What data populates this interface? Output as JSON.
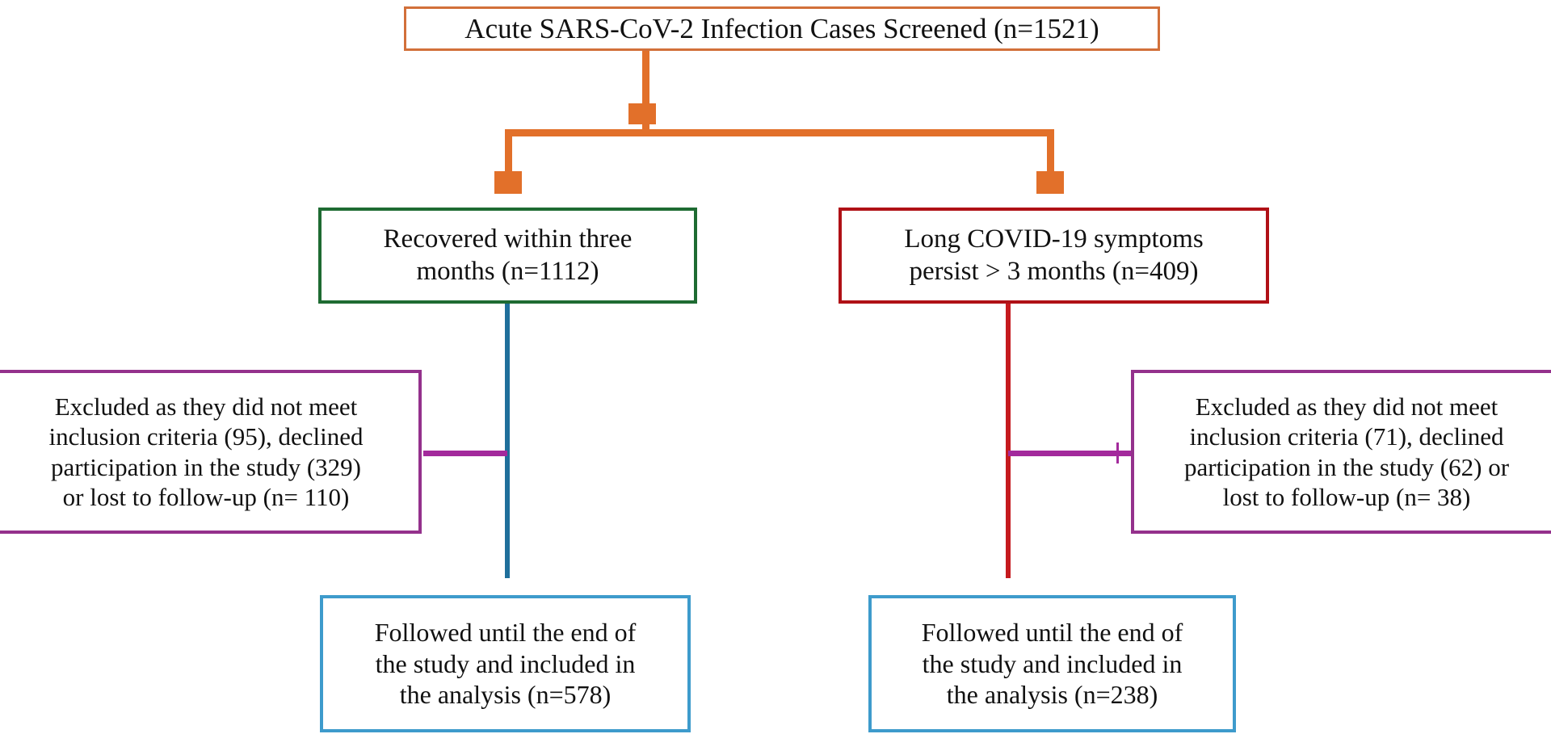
{
  "diagram": {
    "title": "CONSORT-style participant flow diagram",
    "type": "flowchart"
  },
  "nodes": {
    "screened": {
      "label": "Acute SARS-CoV-2 Infection Cases Screened (n=1521)",
      "count": 1521,
      "border_color": "#D2703A"
    },
    "recovered": {
      "label": "Recovered within three\nmonths (n=1112)",
      "count": 1112,
      "border_color": "#1E6B32"
    },
    "longcovid": {
      "label": "Long COVID-19 symptoms\npersist > 3 months (n=409)",
      "count": 409,
      "border_color": "#B01116"
    },
    "excluded_left": {
      "label": "Excluded as they did not meet\ninclusion criteria (95), declined\nparticipation in the study (329)\nor lost to follow-up (n= 110)",
      "not_meeting_criteria": 95,
      "declined": 329,
      "lost_to_followup": 110,
      "border_color": "#94318C"
    },
    "excluded_right": {
      "label": "Excluded as they did not meet\ninclusion criteria (71), declined\nparticipation in the study (62) or\nlost to follow-up (n= 38)",
      "not_meeting_criteria": 71,
      "declined": 62,
      "lost_to_followup": 38,
      "border_color": "#94318C"
    },
    "followed_left": {
      "label": "Followed until the end of\nthe study and included in\nthe analysis (n=578)",
      "count": 578,
      "border_color": "#3E9BCC"
    },
    "followed_right": {
      "label": "Followed until the end of\nthe study and included in\nthe analysis (n=238)",
      "count": 238,
      "border_color": "#3E9BCC"
    }
  },
  "connectors": {
    "screened_split": {
      "name": "orange-split-connector",
      "color": "#E2702A",
      "from": "screened",
      "to": [
        "recovered",
        "longcovid"
      ]
    },
    "recovered_to_followed": {
      "name": "teal-arrow",
      "color": "#1F6F9B",
      "from": "recovered",
      "to": "followed_left"
    },
    "longcovid_to_followed": {
      "name": "crimson-arrow",
      "color": "#C51A1E",
      "from": "longcovid",
      "to": "followed_right"
    },
    "exclusion_left": {
      "name": "purple-arrow-left",
      "color": "#A32A9C",
      "direction": "left"
    },
    "exclusion_right": {
      "name": "purple-arrow-right",
      "color": "#A32A9C",
      "direction": "right"
    }
  }
}
